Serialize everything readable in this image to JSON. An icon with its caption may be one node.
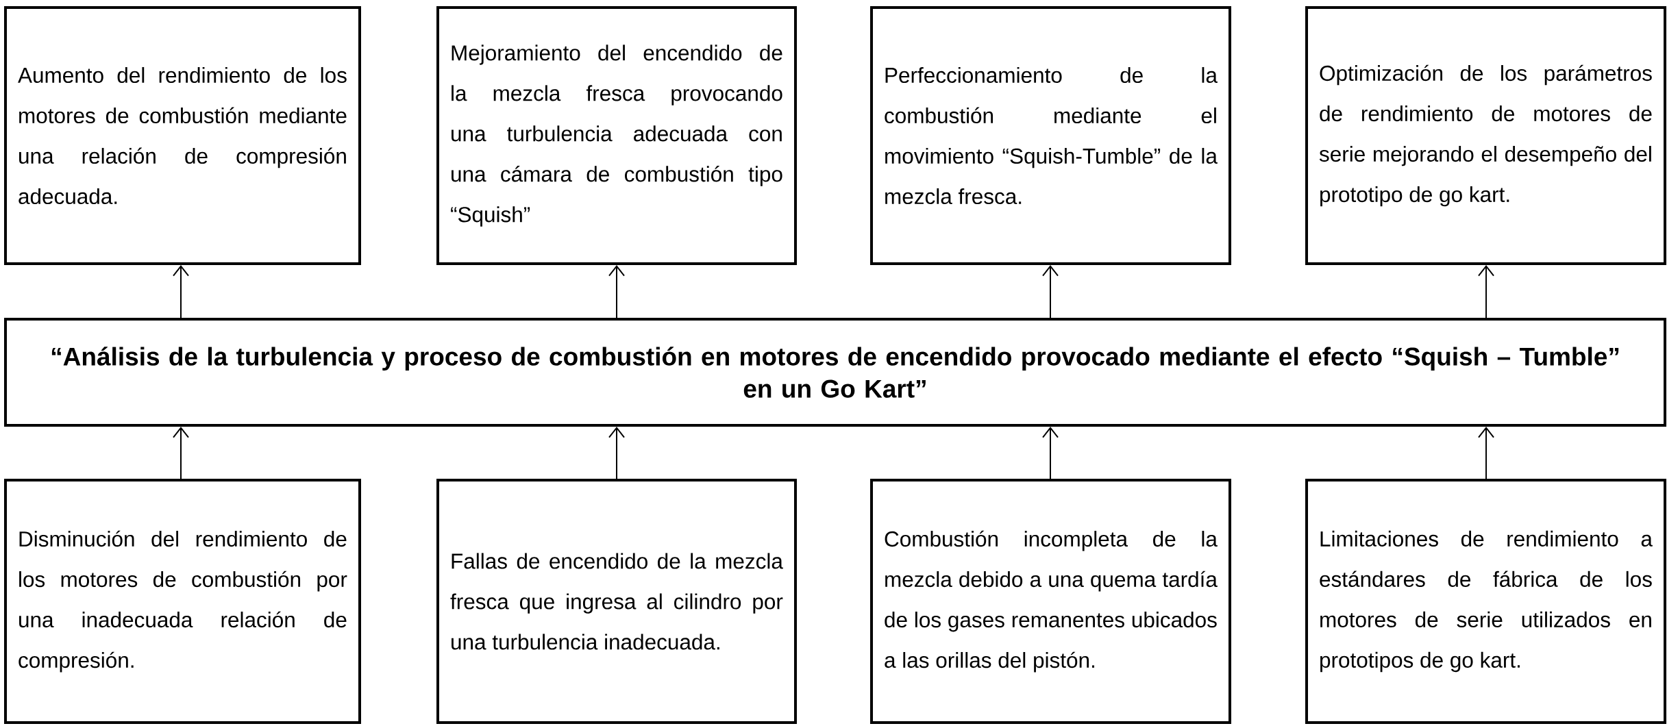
{
  "diagram": {
    "nodes": [
      {
        "text": [
          "Aumento del rendimiento de los motores de combustión mediante una relación de compresión adecuada."
        ]
      },
      {
        "text": [
          "Mejoramiento del encendido de la mezcla fresca provocando una turbulencia adecuada con una cámara de combustión tipo “Squish”"
        ]
      },
      {
        "text": [
          "Perfeccionamiento de la combustión mediante el movimiento “Squish-Tumble” de la mezcla fresca."
        ]
      },
      {
        "text": [
          "Optimización de los parámetros de rendimiento de motores de serie mejorando el desempeño del prototipo de go kart."
        ]
      },
      {
        "text": [
          "“Análisis de la turbulencia y proceso de combustión en motores de encendido provocado mediante el efecto “Squish – Tumble” en un Go Kart”"
        ]
      },
      {
        "text": [
          "Disminución del rendimiento de los motores de combustión por una inadecuada relación de compresión."
        ]
      },
      {
        "text": [
          "Fallas de encendido de la mezcla fresca que ingresa al cilindro por una turbulencia inadecuada."
        ]
      },
      {
        "text": [
          "Combustión incompleta de la mezcla debido a una quema tardía de los gases remanentes ubicados a las orillas del pistón."
        ]
      },
      {
        "text": [
          "Limitaciones de rendimiento a estándares de fábrica de los motores de serie utilizados en prototipos de go kart."
        ]
      }
    ],
    "edges": [
      {
        "from": 4,
        "to": 0,
        "arrow": "to"
      },
      {
        "from": 4,
        "to": 1,
        "arrow": "to"
      },
      {
        "from": 4,
        "to": 2,
        "arrow": "to"
      },
      {
        "from": 4,
        "to": 3,
        "arrow": "to"
      },
      {
        "from": 5,
        "to": 4,
        "arrow": "to"
      },
      {
        "from": 6,
        "to": 4,
        "arrow": "to"
      },
      {
        "from": 7,
        "to": 4,
        "arrow": "to"
      },
      {
        "from": 8,
        "to": 4,
        "arrow": "to"
      }
    ]
  }
}
